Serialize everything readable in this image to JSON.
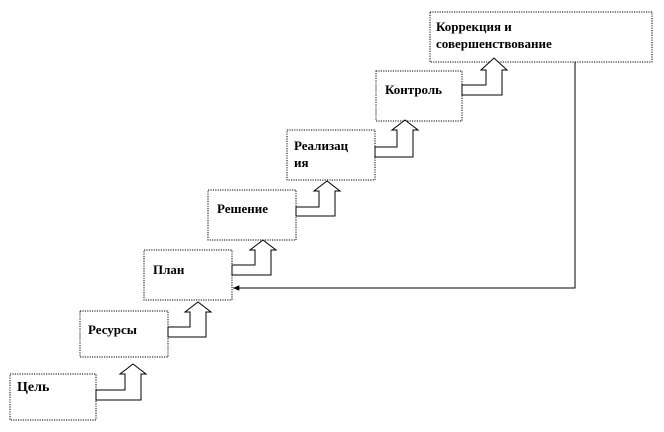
{
  "steps": [
    {
      "label": "Цель"
    },
    {
      "label": "Ресурсы"
    },
    {
      "label": "План"
    },
    {
      "label": "Решение"
    },
    {
      "label": "Реализац\nия"
    },
    {
      "label": "Контроль"
    },
    {
      "label": "Коррекция и\nсовершенствование"
    }
  ],
  "colors": {
    "line": "#000000",
    "box_fill": "#ffffff"
  }
}
